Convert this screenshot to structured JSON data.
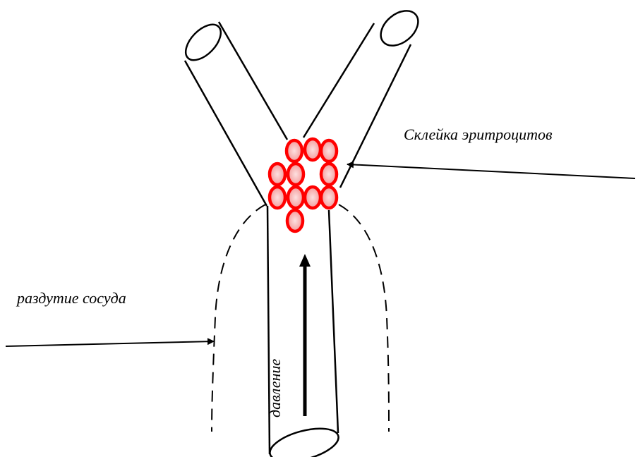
{
  "labels": {
    "rbc_aggregation": "Склейка эритроцитов",
    "vessel_dilation": "раздутие сосуда",
    "pressure": "давление"
  },
  "colors": {
    "stroke": "#000000",
    "cell_stroke": "#ff0000",
    "cell_fill": "#f7a6a6"
  },
  "cells_count": 11
}
